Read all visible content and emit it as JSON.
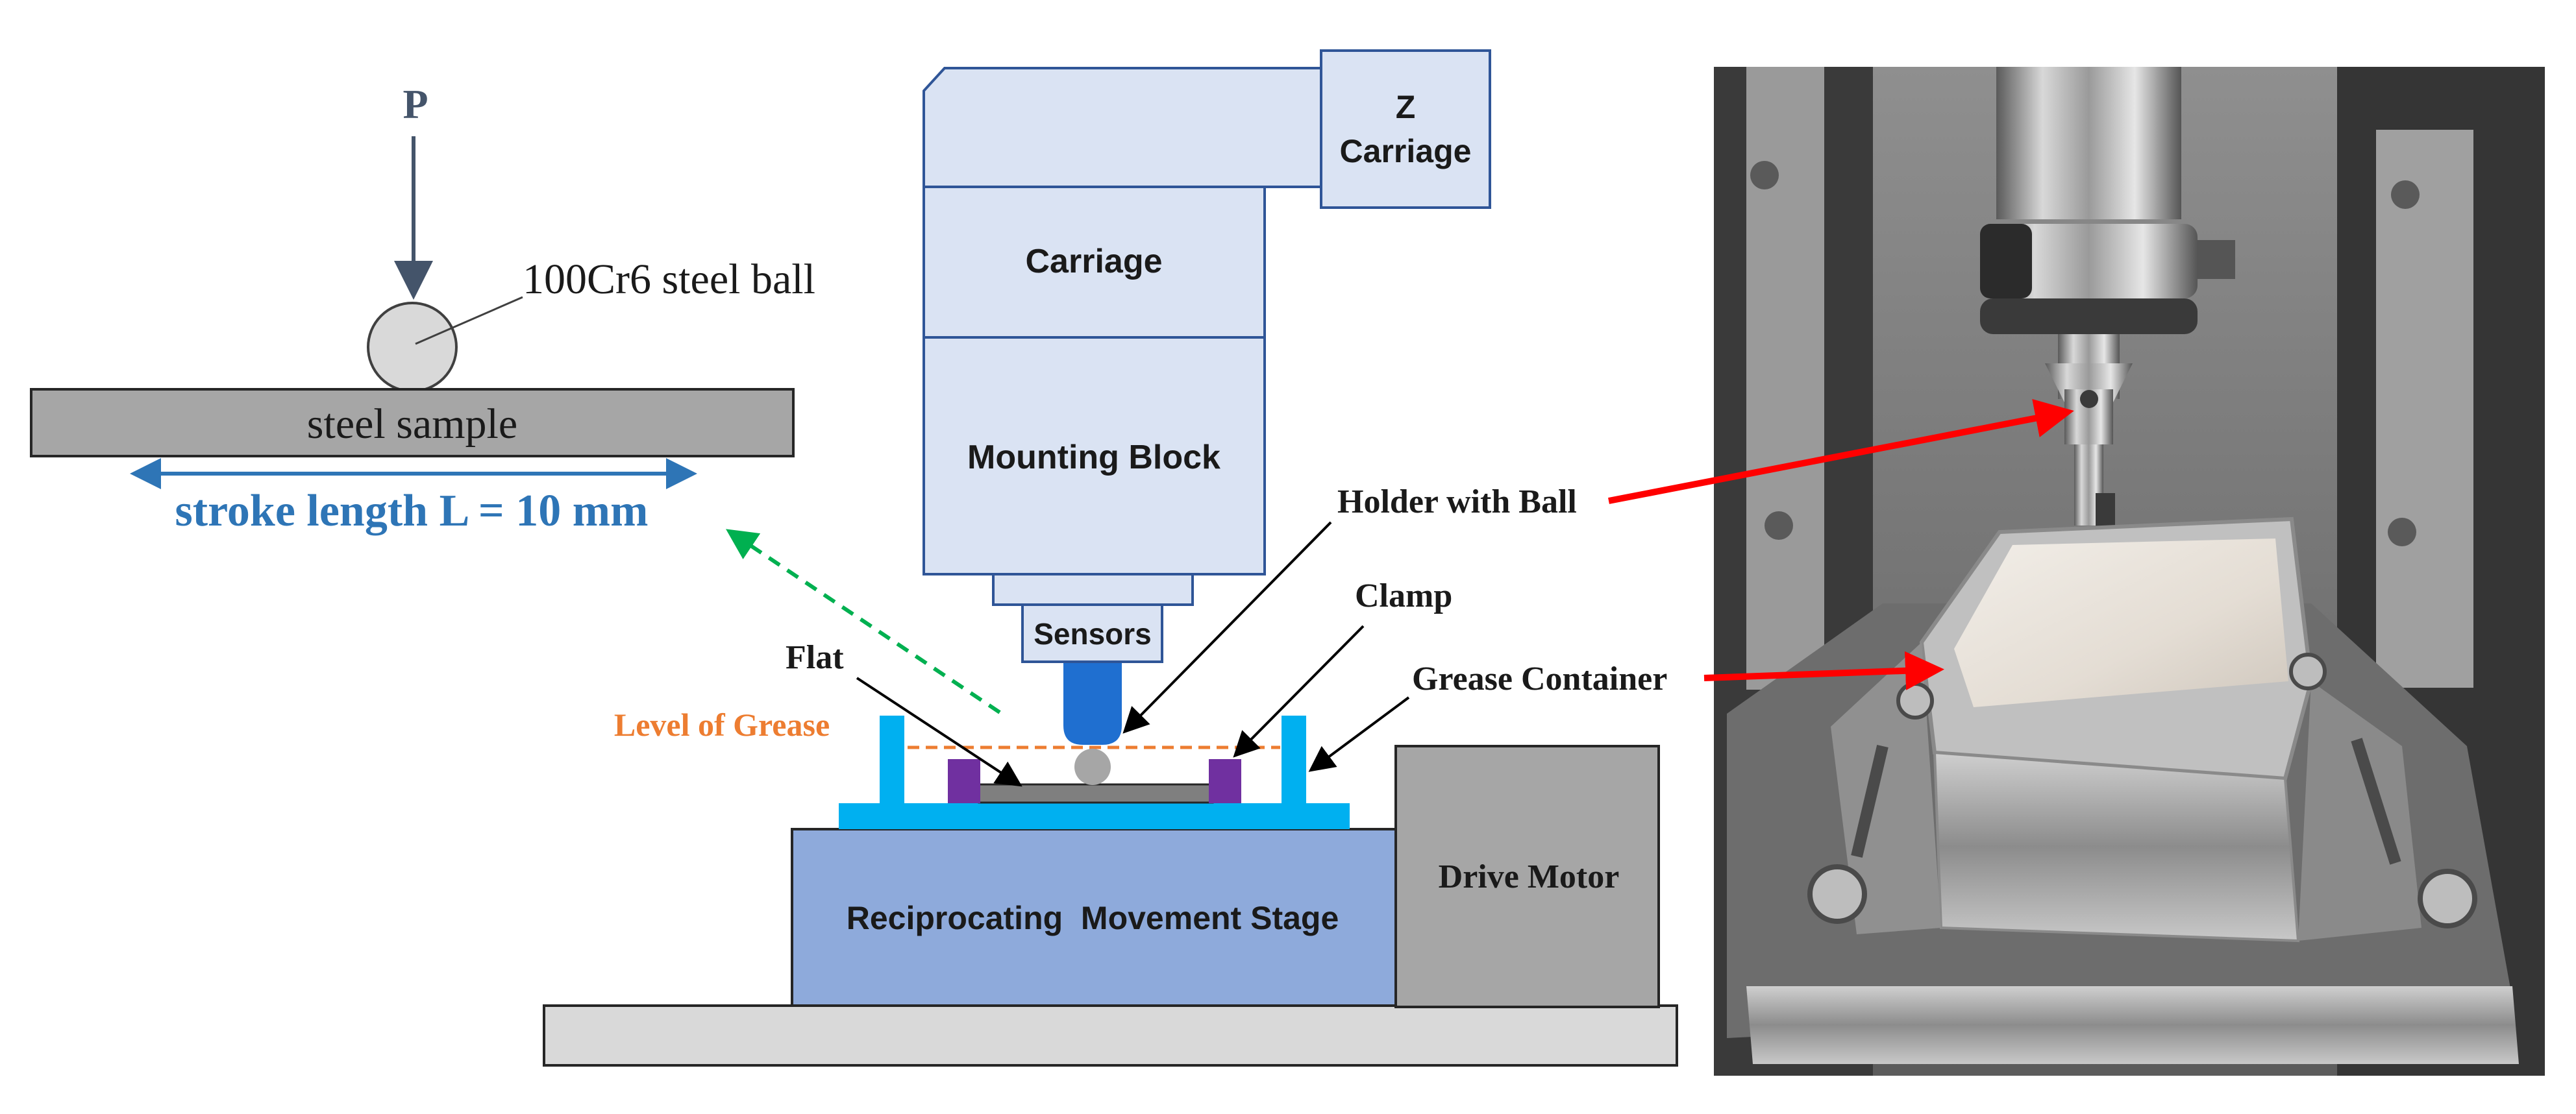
{
  "schematic": {
    "load_label": "P",
    "ball_label": "100Cr6 steel ball",
    "sample_label": "steel sample",
    "stroke_label": "stroke length L = 10 mm"
  },
  "tribometer": {
    "z_carriage_line1": "Z",
    "z_carriage_line2": "Carriage",
    "carriage_label": "Carriage",
    "mounting_block_label": "Mounting Block",
    "sensors_label": "Sensors",
    "holder_label": "Holder with Ball",
    "clamp_label": "Clamp",
    "flat_label": "Flat",
    "grease_level_label": "Level of Grease",
    "grease_container_label": "Grease Container",
    "stage_label": "Reciprocating  Movement Stage",
    "motor_label": "Drive Motor"
  },
  "colors": {
    "part_fill": "#dae3f3",
    "part_stroke": "#2f5597",
    "stage_fill": "#8eaadb",
    "motor_fill": "#a6a6a6",
    "base_fill": "#d9d9d9",
    "container_cyan": "#00b0f0",
    "clamp_purple": "#7030a0",
    "holder_blue": "#1f6fd0",
    "grease_orange": "#ed7d31",
    "stroke_blue": "#2e75b6",
    "guide_green": "#00b050",
    "pointer_red": "#ff0000",
    "load_arrow": "#44546a"
  },
  "photo": {
    "description": "photograph of tribometer ball holder above grease container"
  }
}
